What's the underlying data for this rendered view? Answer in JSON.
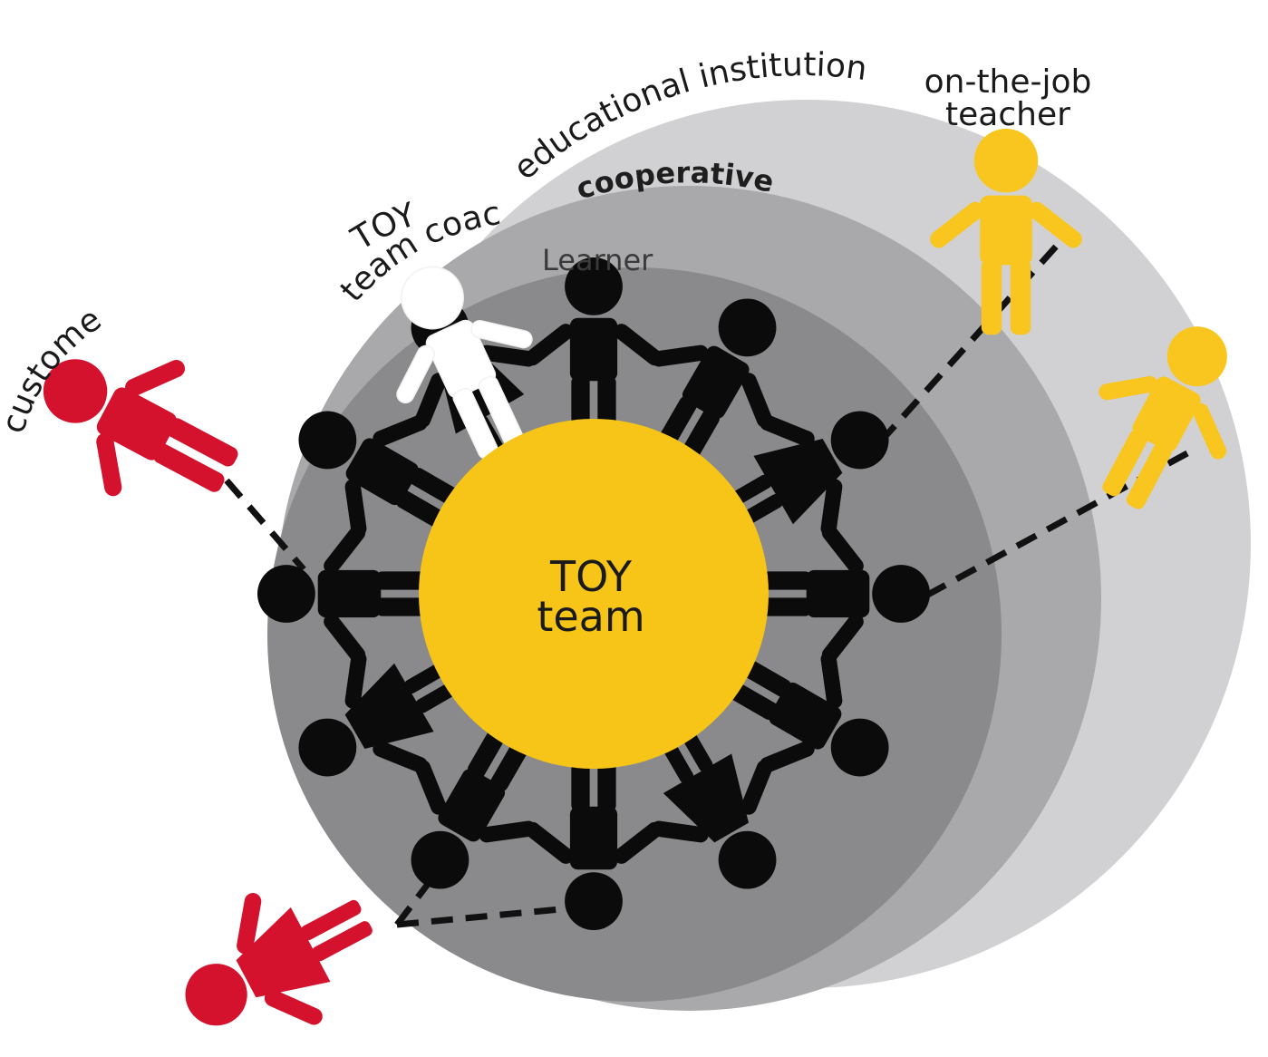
{
  "labels": {
    "educational_institution": "educational institution",
    "cooperative": "cooperative",
    "on_the_job_line1": "on-the-job",
    "on_the_job_line2": "teacher",
    "toy_team_coach_line1": "TOY",
    "toy_team_coach_line2": "team coach",
    "learner": "Learner",
    "customer": "customer",
    "center_line1": "TOY",
    "center_line2": "team"
  },
  "colors": {
    "outer_ring": "#d1d1d3",
    "middle_ring": "#a9a9ab",
    "inner_ring": "#8a8a8c",
    "center": "#f7c518",
    "learner_figure": "#0b0b0b",
    "coach_figure": "#ffffff",
    "teacher_figure": "#f8c61e",
    "customer_figure": "#d4122e"
  },
  "icons": {
    "learner": "person-icon",
    "coach": "person-icon",
    "teacher": "person-icon",
    "customer": "person-icon"
  }
}
